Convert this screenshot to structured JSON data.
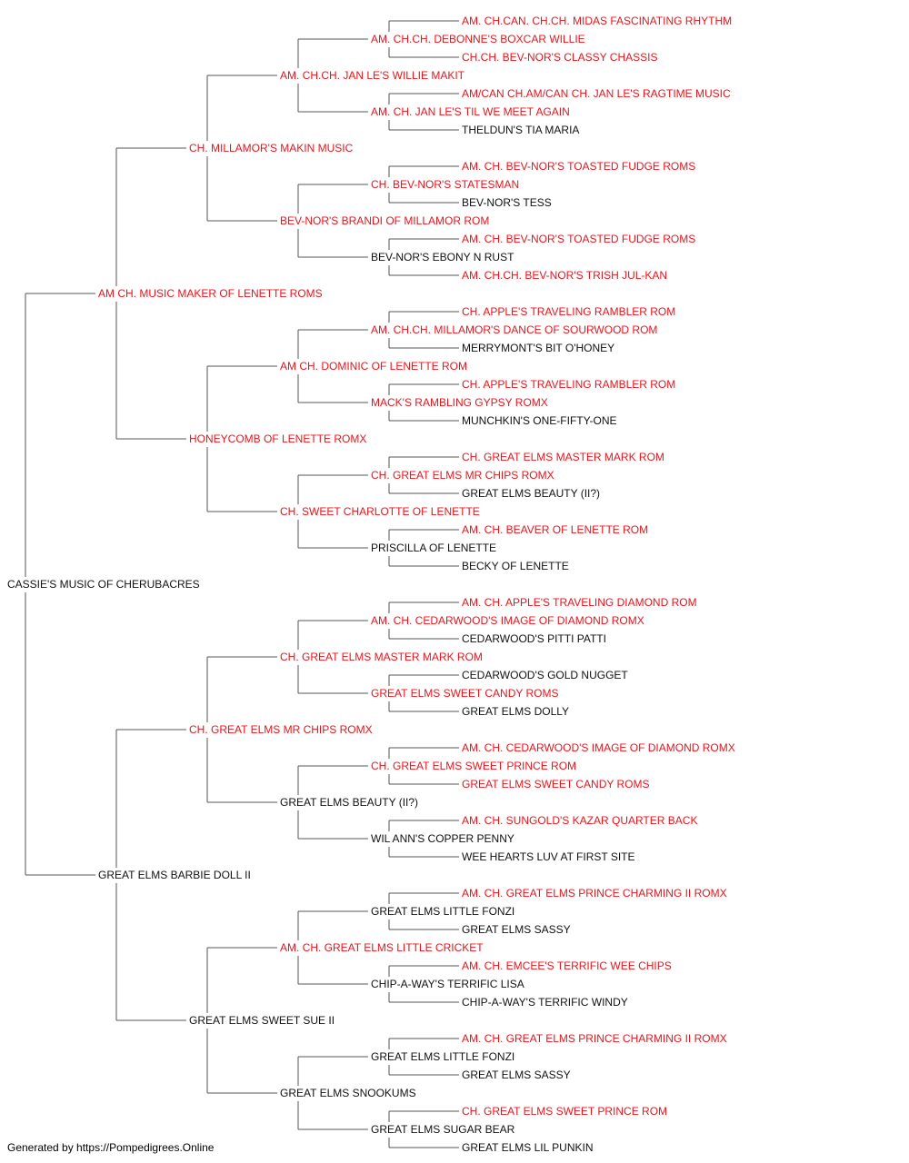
{
  "colors": {
    "champion": "#e8141c",
    "regular": "#111111",
    "line": "#555555"
  },
  "pedigree": {
    "name": "CASSIE'S MUSIC OF CHERUBACRES",
    "champion": false,
    "sire": {
      "name": "AM CH. MUSIC MAKER OF LENETTE ROMS",
      "champion": true,
      "sire": {
        "name": "CH. MILLAMOR'S MAKIN MUSIC",
        "champion": true,
        "sire": {
          "name": "AM. CH.CH. JAN LE'S WILLIE MAKIT",
          "champion": true,
          "sire": {
            "name": "AM. CH.CH. DEBONNE'S BOXCAR WILLIE",
            "champion": true,
            "sire": {
              "name": "AM. CH.CAN. CH.CH. MIDAS FASCINATING RHYTHM",
              "champion": true
            },
            "dam": {
              "name": "CH.CH. BEV-NOR'S CLASSY CHASSIS",
              "champion": true
            }
          },
          "dam": {
            "name": "AM. CH. JAN LE'S TIL WE MEET AGAIN",
            "champion": true,
            "sire": {
              "name": "AM/CAN CH.AM/CAN CH. JAN LE'S RAGTIME MUSIC",
              "champion": true
            },
            "dam": {
              "name": "THELDUN'S TIA MARIA",
              "champion": false
            }
          }
        },
        "dam": {
          "name": "BEV-NOR'S BRANDI OF MILLAMOR ROM",
          "champion": true,
          "sire": {
            "name": "CH. BEV-NOR'S STATESMAN",
            "champion": true,
            "sire": {
              "name": "AM. CH. BEV-NOR'S TOASTED FUDGE ROMS",
              "champion": true
            },
            "dam": {
              "name": "BEV-NOR'S TESS",
              "champion": false
            }
          },
          "dam": {
            "name": "BEV-NOR'S EBONY N RUST",
            "champion": false,
            "sire": {
              "name": "AM. CH. BEV-NOR'S TOASTED FUDGE ROMS",
              "champion": true
            },
            "dam": {
              "name": "AM. CH.CH. BEV-NOR'S TRISH JUL-KAN",
              "champion": true
            }
          }
        }
      },
      "dam": {
        "name": "HONEYCOMB OF LENETTE ROMX",
        "champion": true,
        "sire": {
          "name": "AM CH. DOMINIC OF LENETTE ROM",
          "champion": true,
          "sire": {
            "name": "AM. CH.CH. MILLAMOR'S DANCE OF SOURWOOD ROM",
            "champion": true,
            "sire": {
              "name": "CH. APPLE'S TRAVELING RAMBLER ROM",
              "champion": true
            },
            "dam": {
              "name": "MERRYMONT'S BIT O'HONEY",
              "champion": false
            }
          },
          "dam": {
            "name": "MACK'S RAMBLING GYPSY ROMX",
            "champion": true,
            "sire": {
              "name": "CH. APPLE'S TRAVELING RAMBLER ROM",
              "champion": true
            },
            "dam": {
              "name": "MUNCHKIN'S ONE-FIFTY-ONE",
              "champion": false
            }
          }
        },
        "dam": {
          "name": "CH. SWEET CHARLOTTE OF LENETTE",
          "champion": true,
          "sire": {
            "name": "CH. GREAT ELMS MR CHIPS ROMX",
            "champion": true,
            "sire": {
              "name": "CH. GREAT ELMS MASTER MARK ROM",
              "champion": true
            },
            "dam": {
              "name": "GREAT ELMS BEAUTY (II?)",
              "champion": false
            }
          },
          "dam": {
            "name": "PRISCILLA OF LENETTE",
            "champion": false,
            "sire": {
              "name": "AM. CH. BEAVER OF LENETTE ROM",
              "champion": true
            },
            "dam": {
              "name": "BECKY OF LENETTE",
              "champion": false
            }
          }
        }
      }
    },
    "dam": {
      "name": "GREAT ELMS BARBIE DOLL II",
      "champion": false,
      "sire": {
        "name": "CH. GREAT ELMS MR CHIPS ROMX",
        "champion": true,
        "sire": {
          "name": "CH. GREAT ELMS MASTER MARK ROM",
          "champion": true,
          "sire": {
            "name": "AM. CH. CEDARWOOD'S IMAGE OF DIAMOND ROMX",
            "champion": true,
            "sire": {
              "name": "AM. CH. APPLE'S TRAVELING DIAMOND ROM",
              "champion": true
            },
            "dam": {
              "name": "CEDARWOOD'S PITTI PATTI",
              "champion": false
            }
          },
          "dam": {
            "name": "GREAT ELMS SWEET CANDY ROMS",
            "champion": true,
            "sire": {
              "name": "CEDARWOOD'S GOLD NUGGET",
              "champion": false
            },
            "dam": {
              "name": "GREAT ELMS DOLLY",
              "champion": false
            }
          }
        },
        "dam": {
          "name": "GREAT ELMS BEAUTY (II?)",
          "champion": false,
          "sire": {
            "name": "CH. GREAT ELMS SWEET PRINCE ROM",
            "champion": true,
            "sire": {
              "name": "AM. CH. CEDARWOOD'S IMAGE OF DIAMOND ROMX",
              "champion": true
            },
            "dam": {
              "name": "GREAT ELMS SWEET CANDY ROMS",
              "champion": true
            }
          },
          "dam": {
            "name": "WIL ANN'S COPPER PENNY",
            "champion": false,
            "sire": {
              "name": "AM. CH. SUNGOLD'S KAZAR QUARTER BACK",
              "champion": true
            },
            "dam": {
              "name": "WEE HEARTS LUV AT FIRST SITE",
              "champion": false
            }
          }
        }
      },
      "dam": {
        "name": "GREAT ELMS SWEET SUE II",
        "champion": false,
        "sire": {
          "name": "AM. CH. GREAT ELMS LITTLE CRICKET",
          "champion": true,
          "sire": {
            "name": "GREAT ELMS LITTLE FONZI",
            "champion": false,
            "sire": {
              "name": "AM. CH. GREAT ELMS PRINCE CHARMING II ROMX",
              "champion": true
            },
            "dam": {
              "name": "GREAT ELMS SASSY",
              "champion": false
            }
          },
          "dam": {
            "name": "CHIP-A-WAY'S TERRIFIC LISA",
            "champion": false,
            "sire": {
              "name": "AM. CH. EMCEE'S TERRIFIC WEE CHIPS",
              "champion": true
            },
            "dam": {
              "name": "CHIP-A-WAY'S TERRIFIC WINDY",
              "champion": false
            }
          }
        },
        "dam": {
          "name": "GREAT ELMS SNOOKUMS",
          "champion": false,
          "sire": {
            "name": "GREAT ELMS LITTLE FONZI",
            "champion": false,
            "sire": {
              "name": "AM. CH. GREAT ELMS PRINCE CHARMING II ROMX",
              "champion": true
            },
            "dam": {
              "name": "GREAT ELMS SASSY",
              "champion": false
            }
          },
          "dam": {
            "name": "GREAT ELMS SUGAR BEAR",
            "champion": false,
            "sire": {
              "name": "CH. GREAT ELMS SWEET PRINCE ROM",
              "champion": true
            },
            "dam": {
              "name": "GREAT ELMS LIL PUNKIN",
              "champion": false
            }
          }
        }
      }
    }
  },
  "footer": {
    "text": "Generated by https://Pompedigrees.Online"
  }
}
